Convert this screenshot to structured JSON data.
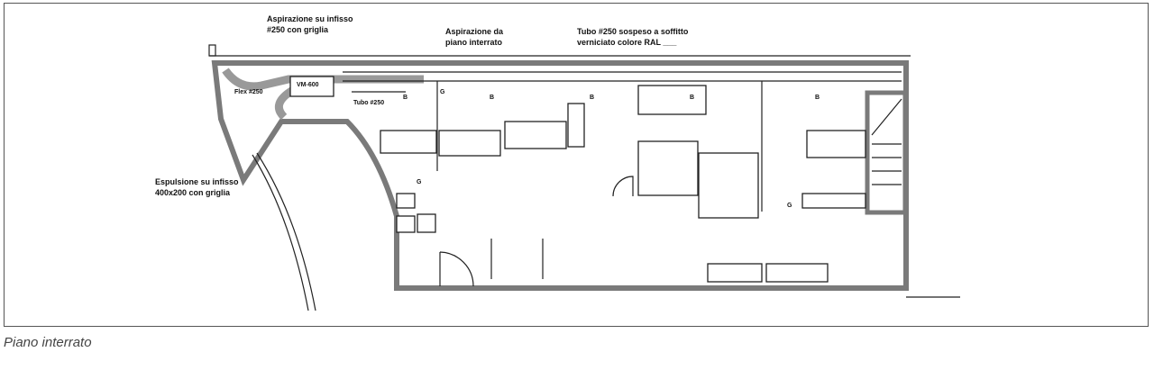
{
  "labels": {
    "intake_infisso": [
      "Aspirazione su infisso",
      "#250 con griglia"
    ],
    "intake_basement": [
      "Aspirazione da",
      "piano interrato"
    ],
    "tube_ceiling": [
      "Tubo #250 sospeso a soffitto",
      "verniciato colore RAL ___"
    ],
    "unit": "VM-600",
    "flex": "Flex #250",
    "tube": "Tubo #250",
    "exhaust": [
      "Espulsione su infisso",
      "400x200 con griglia"
    ],
    "diffuser_b": "B",
    "grille_g": "G"
  },
  "caption": "Piano interrato"
}
